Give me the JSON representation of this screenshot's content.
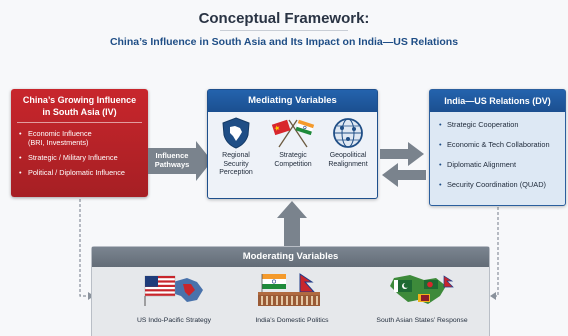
{
  "header": {
    "title": "Conceptual Framework:",
    "subtitle": "China’s Influence in South Asia and Its Impact on India—US Relations"
  },
  "iv_box": {
    "title_line1": "China’s Growing Influence",
    "title_line2": "in South Asia (IV)",
    "items": [
      {
        "label": "Economic Influence",
        "sub": "(BRI, Investments)"
      },
      {
        "label": "Strategic / Military Influence",
        "sub": ""
      },
      {
        "label": "Political / Diplomatic Influence",
        "sub": ""
      }
    ],
    "bullet": "•"
  },
  "pathway": {
    "label_line1": "Influence",
    "label_line2": "Pathways"
  },
  "mediating": {
    "title": "Mediating Variables",
    "items": [
      {
        "icon": "shield-map-icon",
        "label_line1": "Regional",
        "label_line2": "Security",
        "label_line3": "Perception"
      },
      {
        "icon": "crossed-flags-icon",
        "label_line1": "Strategic",
        "label_line2": "Competition",
        "label_line3": ""
      },
      {
        "icon": "globe-network-icon",
        "label_line1": "Geopolitical",
        "label_line2": "Realignment",
        "label_line3": ""
      }
    ]
  },
  "dv_box": {
    "title": "India—US Relations (DV)",
    "bullet": "•",
    "items": [
      "Strategic Cooperation",
      "Economic & Tech Collaboration",
      "Diplomatic Alignment",
      "Security Coordination (QUAD)"
    ]
  },
  "moderating": {
    "title": "Moderating Variables",
    "items": [
      {
        "icon": "us-flag-map-icon",
        "label": "US Indo-Pacific Strategy"
      },
      {
        "icon": "india-parliament-icon",
        "label": "India’s Domestic Politics"
      },
      {
        "icon": "south-asia-flags-map-icon",
        "label": "South Asian States’ Response"
      }
    ]
  },
  "colors": {
    "iv_red": "#b82328",
    "dv_blue": "#1f5799",
    "arrow_gray": "#7a838d",
    "moderating_gray": "#6b747f"
  }
}
